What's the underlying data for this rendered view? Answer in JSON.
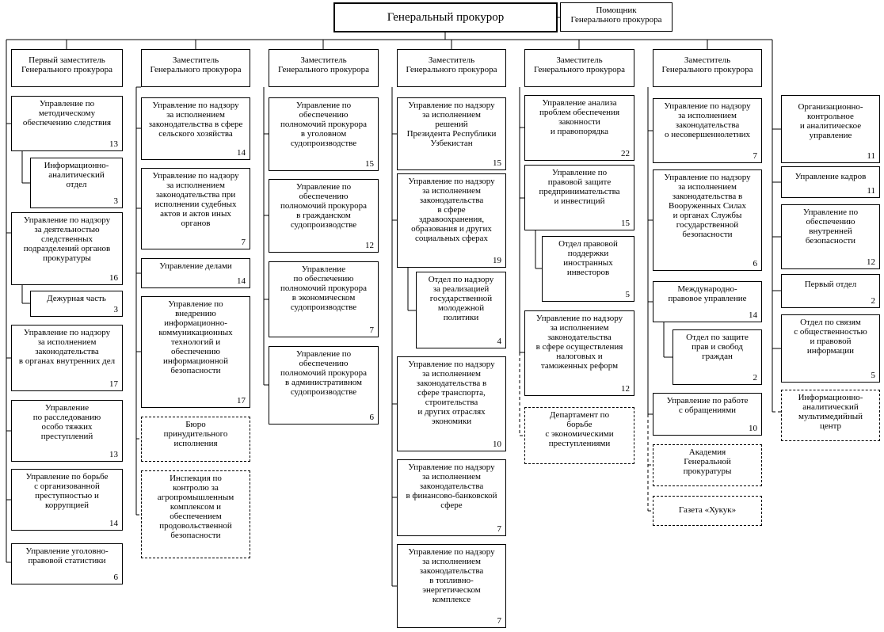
{
  "title": "Генеральный прокурор",
  "assistant": "Помощник\nГенерального прокурора",
  "columns": [
    {
      "header": "Первый заместитель\nГенерального прокурора",
      "units": [
        {
          "label": "Управление по\nметодическому\nобеспечению следствия",
          "count": "13"
        },
        {
          "label": "Информационно-\nаналитический\nотдел",
          "count": "3"
        },
        {
          "label": "Управление по надзору\nза деятельностью\nследственных\nподразделений органов\nпрокуратуры",
          "count": "16"
        },
        {
          "label": "Дежурная часть",
          "count": "3"
        },
        {
          "label": "Управление по надзору\nза исполнением\nзаконодательства\nв органах внутренних дел",
          "count": "17"
        },
        {
          "label": "Управление\nпо расследованию\nособо тяжких\nпреступлений",
          "count": "13"
        },
        {
          "label": "Управление по борьбе\nс организованной\nпреступностью и\nкоррупцией",
          "count": "14"
        },
        {
          "label": "Управление уголовно-\nправовой статистики",
          "count": "6"
        }
      ]
    },
    {
      "header": "Заместитель\nГенерального прокурора",
      "units": [
        {
          "label": "Управление по надзору\nза исполнением\nзаконодательства в сфере\nсельского хозяйства",
          "count": "14"
        },
        {
          "label": "Управление по надзору\nза исполнением\nзаконодательства при\nисполнении судебных\nактов и актов иных\nорганов",
          "count": "7"
        },
        {
          "label": "Управление делами",
          "count": "14"
        },
        {
          "label": "Управление по\nвнедрению\nинформационно-\nкоммуникационных\nтехнологий и\nобеспечению\nинформационной\nбезопасности",
          "count": "17"
        },
        {
          "label": "Бюро\nпринудительного\nисполнения",
          "count": ""
        },
        {
          "label": "Инспекция по\nконтролю за\nагропромышленным\nкомплексом и\nобеспечением\nпродовольственной\nбезопасности",
          "count": ""
        }
      ]
    },
    {
      "header": "Заместитель\nГенерального прокурора",
      "units": [
        {
          "label": "Управление по\nобеспечению\nполномочий прокурора\nв уголовном\nсудопроизводстве",
          "count": "15"
        },
        {
          "label": "Управление по\nобеспечению\nполномочий прокурора\nв гражданском\nсудопроизводстве",
          "count": "12"
        },
        {
          "label": "Управление\nпо обеспечению\nполномочий прокурора\nв экономическом\nсудопроизводстве",
          "count": "7"
        },
        {
          "label": "Управление по\nобеспечению\nполномочий прокурора\nв административном\nсудопроизводстве",
          "count": "6"
        }
      ]
    },
    {
      "header": "Заместитель\nГенерального прокурора",
      "units": [
        {
          "label": "Управление по надзору\nза исполнением\nрешений\nПрезидента Республики\nУзбекистан",
          "count": "15"
        },
        {
          "label": "Управление по надзору\nза исполнением\nзаконодательства\nв сфере\nздравоохранения,\nобразования и других\nсоциальных сферах",
          "count": "19"
        },
        {
          "label": "Отдел по надзору\nза реализацией\nгосударственной\nмолодежной\nполитики",
          "count": "4"
        },
        {
          "label": "Управление по надзору\nза исполнением\nзаконодательства в\nсфере транспорта,\nстроительства\nи других отраслях\nэкономики",
          "count": "10"
        },
        {
          "label": "Управление по надзору\nза исполнением\nзаконодательства\nв финансово-банковской\nсфере",
          "count": "7"
        },
        {
          "label": "Управление по надзору\nза исполнением\nзаконодательства\nв топливно-\nэнергетическом\nкомплексе",
          "count": "7"
        }
      ]
    },
    {
      "header": "Заместитель\nГенерального прокурора",
      "units": [
        {
          "label": "Управление анализа\nпроблем обеспечения\nзаконности\nи правопорядка",
          "count": "22"
        },
        {
          "label": "Управление по\nправовой защите\nпредпринимательства\nи инвестиций",
          "count": "15"
        },
        {
          "label": "Отдел правовой\nподдержки\nиностранных\nинвесторов",
          "count": "5"
        },
        {
          "label": "Управление по надзору\nза исполнением\nзаконодательства\nв сфере осуществления\nналоговых и\nтаможенных реформ",
          "count": "12"
        },
        {
          "label": "Департамент по\nборьбе\nс экономическими\nпреступлениями",
          "count": ""
        }
      ]
    },
    {
      "header": "Заместитель\nГенерального прокурора",
      "units": [
        {
          "label": "Управление по надзору\nза исполнением\nзаконодательства\nо несовершеннолетних",
          "count": "7"
        },
        {
          "label": "Управление по надзору\nза исполнением\nзаконодательства в\nВооруженных Силах\nи органах Службы\nгосударственной\nбезопасности",
          "count": "6"
        },
        {
          "label": "Международно-\nправовое управление",
          "count": "14"
        },
        {
          "label": "Отдел по защите\nправ и свобод\nграждан",
          "count": "2"
        },
        {
          "label": "Управление по работе\nс обращениями",
          "count": "10"
        },
        {
          "label": "Академия\nГенеральной\nпрокуратуры",
          "count": ""
        },
        {
          "label": "Газета «Хукук»",
          "count": ""
        }
      ]
    },
    {
      "header": "",
      "units": [
        {
          "label": "Организационно-\nконтрольное\nи аналитическое\nуправление",
          "count": "11"
        },
        {
          "label": "Управление кадров",
          "count": "11"
        },
        {
          "label": "Управление по\nобеспечению\nвнутренней\nбезопасности",
          "count": "12"
        },
        {
          "label": "Первый отдел",
          "count": "2"
        },
        {
          "label": "Отдел по связям\nс общественностью\nи правовой\nинформации",
          "count": "5"
        },
        {
          "label": "Информационно-\nаналитический\nмультимедийный\nцентр",
          "count": ""
        }
      ]
    }
  ]
}
